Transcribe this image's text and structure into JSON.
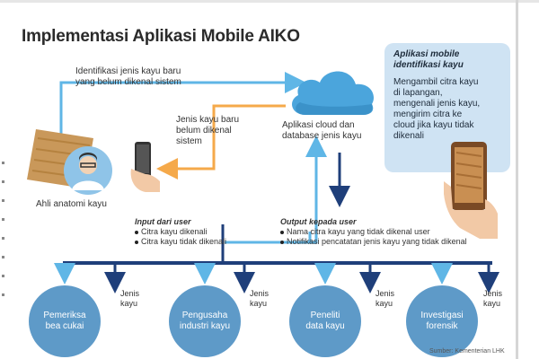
{
  "title": "Implementasi Aplikasi Mobile AIKO",
  "top_flow_label": [
    "Identifikasi jenis kayu baru",
    "yang belum dikenal sistem"
  ],
  "middle_flow_label": [
    "Jenis kayu baru",
    "belum dikenal",
    "sistem"
  ],
  "cloud_label": [
    "Aplikasi cloud dan",
    "database jenis kayu"
  ],
  "expert_label": "Ahli anatomi kayu",
  "card": {
    "heading": [
      "Aplikasi mobile",
      "identifikasi kayu"
    ],
    "body": [
      "Mengambil citra kayu",
      "di lapangan,",
      "mengenali jenis kayu,",
      "mengirim citra ke",
      "cloud jika kayu tidak",
      "dikenali"
    ]
  },
  "input": {
    "heading": "Input dari user",
    "items": [
      "Citra kayu dikenali",
      "Citra kayu tidak dikenali"
    ]
  },
  "output": {
    "heading": "Output kepada user",
    "items": [
      "Nama citra kayu yang tidak dikenal user",
      "Notifikasi pencatatan jenis kayu yang tidak dikenal"
    ]
  },
  "users": [
    {
      "name": [
        "Pemeriksa",
        "bea cukai"
      ],
      "arrow_label": [
        "Jenis",
        "kayu"
      ]
    },
    {
      "name": [
        "Pengusaha",
        "industri kayu"
      ],
      "arrow_label": [
        "Jenis",
        "kayu"
      ]
    },
    {
      "name": [
        "Peneliti",
        "data kayu"
      ],
      "arrow_label": [
        "Jenis",
        "kayu"
      ]
    },
    {
      "name": [
        "Investigasi",
        "forensik"
      ],
      "arrow_label": [
        "Jenis",
        "kayu"
      ]
    }
  ],
  "source": "Sumber: Kementerian LHK",
  "colors": {
    "arrow_blue": "#5fb6e6",
    "arrow_orange": "#f5a94a",
    "navy": "#1f3f7a",
    "circle": "#5e9ac8",
    "card_bg": "#cfe3f3"
  },
  "icons": [
    "cloud-icon",
    "expert-avatar-icon",
    "wood-sample-icon",
    "phone-icon",
    "hand-phone-icon"
  ]
}
